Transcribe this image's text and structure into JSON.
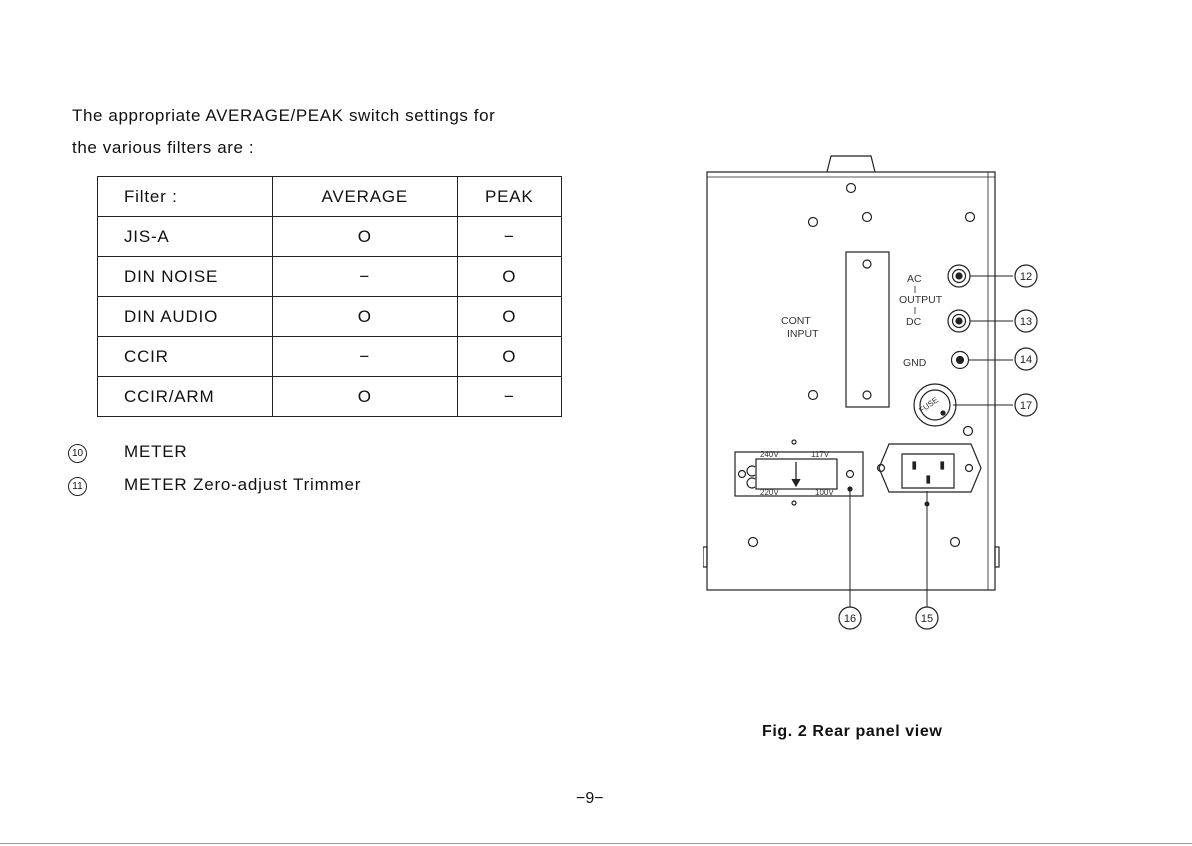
{
  "intro": {
    "line1": "The appropriate AVERAGE/PEAK switch settings for",
    "line2": "the various filters are :"
  },
  "table": {
    "headers": [
      "Filter :",
      "AVERAGE",
      "PEAK"
    ],
    "rows": [
      [
        "JIS-A",
        "O",
        "−"
      ],
      [
        "DIN NOISE",
        "−",
        "O"
      ],
      [
        "DIN AUDIO",
        "O",
        "O"
      ],
      [
        "CCIR",
        "−",
        "O"
      ],
      [
        "CCIR/ARM",
        "O",
        "−"
      ]
    ]
  },
  "items": [
    {
      "num": "10",
      "text": "METER"
    },
    {
      "num": "11",
      "text": "METER Zero-adjust Trimmer"
    }
  ],
  "figure": {
    "labels": {
      "cont": "CONT",
      "input": "INPUT",
      "ac": "AC",
      "output": "OUTPUT",
      "dc": "DC",
      "gnd": "GND",
      "fuse": "FUSE",
      "v240": "240V",
      "v117": "117V",
      "v220": "220V",
      "v100": "100V"
    },
    "callouts": [
      "12",
      "13",
      "14",
      "17",
      "16",
      "15"
    ],
    "caption": "Fig. 2  Rear panel view"
  },
  "page_number": "−9−"
}
